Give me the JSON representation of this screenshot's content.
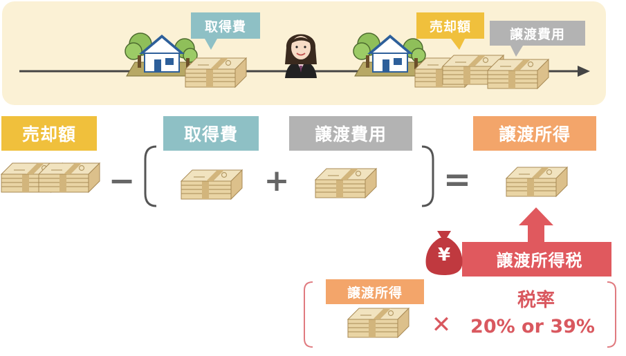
{
  "timeline": {
    "acquisition_cost_label": "取得費",
    "sale_price_label": "売却額",
    "transfer_expenses_label": "譲渡費用"
  },
  "formula": {
    "sale_price_label": "売却額",
    "acquisition_cost_label": "取得費",
    "transfer_expenses_label": "譲渡費用",
    "transfer_income_label": "譲渡所得",
    "minus": "−",
    "plus": "+",
    "equals": "="
  },
  "tax": {
    "yen_symbol": "¥",
    "tax_label": "譲渡所得税",
    "income_label": "譲渡所得",
    "multiply_symbol": "✕",
    "rate_title": "税率",
    "rate_value": "20% or 39%"
  },
  "colors": {
    "yellow": "#f0c03c",
    "teal": "#8ec0c5",
    "gray": "#b3b3b3",
    "orange": "#f3a56a",
    "red": "#d9585f",
    "timeline_bg": "#fbf1d5",
    "money": "#e9d4a4",
    "house_blue": "#2d5f9a"
  }
}
